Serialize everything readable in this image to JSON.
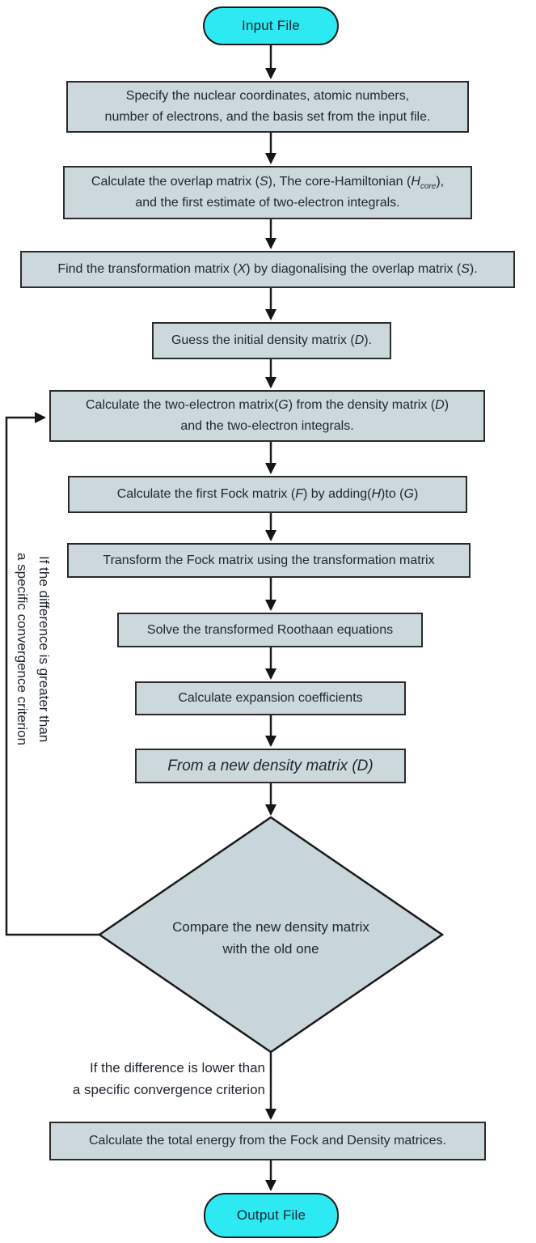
{
  "palette": {
    "terminal_fill": "#2ce9f2",
    "process_fill": "#ccd8dc",
    "diamond_fill": "#c8d5da",
    "border": "#1a1a1a",
    "text": "#1f262e",
    "background": "#ffffff"
  },
  "nodes": {
    "start": {
      "label": "Input File"
    },
    "step1": {
      "line1": "Specify the nuclear coordinates, atomic numbers,",
      "line2": "number of electrons, and the basis set from the input file."
    },
    "step2": {
      "pre": "Calculate the overlap matrix (",
      "var_s": "S",
      "mid1": "), The core-Hamiltonian (",
      "var_h": "H",
      "sub": "core",
      "mid2": "),",
      "line2": "and the first estimate of two-electron integrals."
    },
    "step3": {
      "pre": "Find the transformation matrix (",
      "var_x": "X",
      "mid": ") by diagonalising the overlap matrix (",
      "var_s": "S",
      "post": ")."
    },
    "step4": {
      "pre": "Guess the initial density matrix (",
      "var_d": "D",
      "post": ")."
    },
    "step5": {
      "pre": "Calculate the two-electron matrix(",
      "var_g": "G",
      "mid": ") from the density matrix (",
      "var_d": "D",
      "post": ")",
      "line2": "and the two-electron integrals."
    },
    "step6": {
      "pre": "Calculate the first Fock matrix (",
      "var_f": "F",
      "mid1": ") by adding(",
      "var_h": "H",
      "mid2": ")to (",
      "var_g": "G",
      "post": ")"
    },
    "step7": {
      "label": "Transform the Fock matrix using the transformation matrix"
    },
    "step8": {
      "label": "Solve the transformed Roothaan equations"
    },
    "step9": {
      "label": "Calculate expansion coefficients"
    },
    "step10": {
      "label": "From a new density matrix (D)"
    },
    "decision": {
      "line1": "Compare the new density matrix",
      "line2": "with the old one"
    },
    "step11": {
      "label": "Calculate the total energy from the Fock and Density matrices."
    },
    "end": {
      "label": "Output File"
    }
  },
  "labels": {
    "loop_back": {
      "line1": "If the difference is greater than",
      "line2": "a specific convergence criterion"
    },
    "converged": {
      "line1": "If the difference is lower than",
      "line2": "a specific convergence criterion"
    }
  }
}
